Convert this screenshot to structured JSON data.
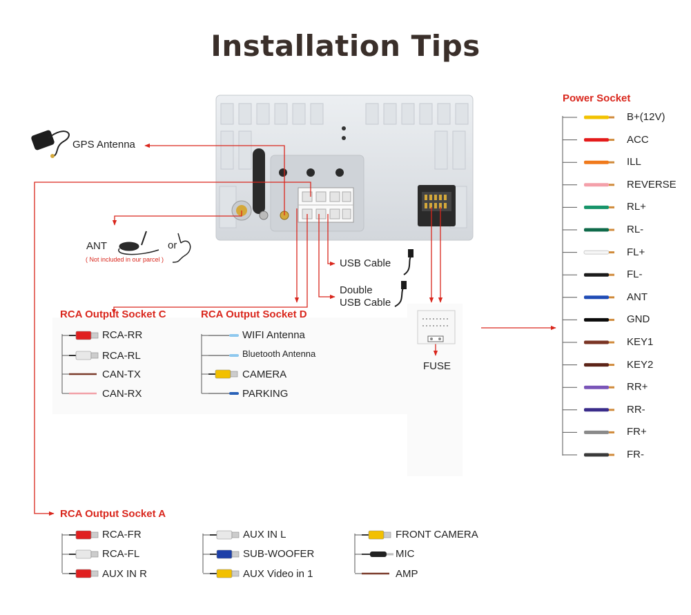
{
  "title": "Installation Tips",
  "gps": {
    "label": "GPS Antenna"
  },
  "antenna": {
    "label": "ANT",
    "or": "or",
    "note": "( Not included in our parcel )"
  },
  "usb": {
    "usb_cable": "USB Cable",
    "double_line1": "Double",
    "double_line2": "USB Cable"
  },
  "fuse": {
    "label": "FUSE"
  },
  "rca_c": {
    "title": "RCA Output Socket C",
    "items": [
      {
        "label": "RCA-RR",
        "kind": "rca",
        "color": "#e02020"
      },
      {
        "label": "RCA-RL",
        "kind": "rca",
        "color": "#e8e8e8"
      },
      {
        "label": "CAN-TX",
        "kind": "wire",
        "color": "#7a3b2a"
      },
      {
        "label": "CAN-RX",
        "kind": "wire",
        "color": "#f2a0a8"
      }
    ]
  },
  "rca_d": {
    "title": "RCA Output Socket D",
    "items": [
      {
        "label": "WIFI Antenna",
        "kind": "thin",
        "color": "#8ec8ee"
      },
      {
        "label": "Bluetooth Antenna",
        "kind": "thin",
        "color": "#8ec8ee"
      },
      {
        "label": "CAMERA",
        "kind": "rca",
        "color": "#f2c000"
      },
      {
        "label": "PARKING",
        "kind": "thin",
        "color": "#2a62b8"
      }
    ]
  },
  "rca_a": {
    "title": "RCA Output Socket A",
    "col1": [
      {
        "label": "RCA-FR",
        "kind": "rca",
        "color": "#e02020"
      },
      {
        "label": "RCA-FL",
        "kind": "rca",
        "color": "#e8e8e8"
      },
      {
        "label": "AUX IN R",
        "kind": "rca",
        "color": "#e02020"
      }
    ],
    "col2": [
      {
        "label": "AUX IN L",
        "kind": "rca",
        "color": "#e8e8e8"
      },
      {
        "label": "SUB-WOOFER",
        "kind": "rca",
        "color": "#1d3fa8"
      },
      {
        "label": "AUX Video in 1",
        "kind": "rca",
        "color": "#f2c000"
      }
    ],
    "col3": [
      {
        "label": "FRONT CAMERA",
        "kind": "rca",
        "color": "#f2c000"
      },
      {
        "label": "MIC",
        "kind": "plug",
        "color": "#222222"
      },
      {
        "label": "AMP",
        "kind": "wire",
        "color": "#7a3b2a"
      }
    ]
  },
  "power": {
    "title": "Power Socket",
    "items": [
      {
        "label": "B+(12V)",
        "color": "#f2c200"
      },
      {
        "label": "ACC",
        "color": "#e41b1b"
      },
      {
        "label": "ILL",
        "color": "#f07a1c"
      },
      {
        "label": "REVERSE",
        "color": "#f4a0aa"
      },
      {
        "label": "RL+",
        "color": "#17946a"
      },
      {
        "label": "RL-",
        "color": "#0f6a4a"
      },
      {
        "label": "FL+",
        "color": "#f6f6f6"
      },
      {
        "label": "FL-",
        "color": "#1a1a1a"
      },
      {
        "label": "ANT",
        "color": "#1f4bb5"
      },
      {
        "label": "GND",
        "color": "#0a0a0a"
      },
      {
        "label": "KEY1",
        "color": "#7a3424"
      },
      {
        "label": "KEY2",
        "color": "#5c2418"
      },
      {
        "label": "RR+",
        "color": "#7a55b8"
      },
      {
        "label": "RR-",
        "color": "#3a2c8a"
      },
      {
        "label": "FR+",
        "color": "#8a8a8a"
      },
      {
        "label": "FR-",
        "color": "#3a3a3a"
      }
    ]
  }
}
